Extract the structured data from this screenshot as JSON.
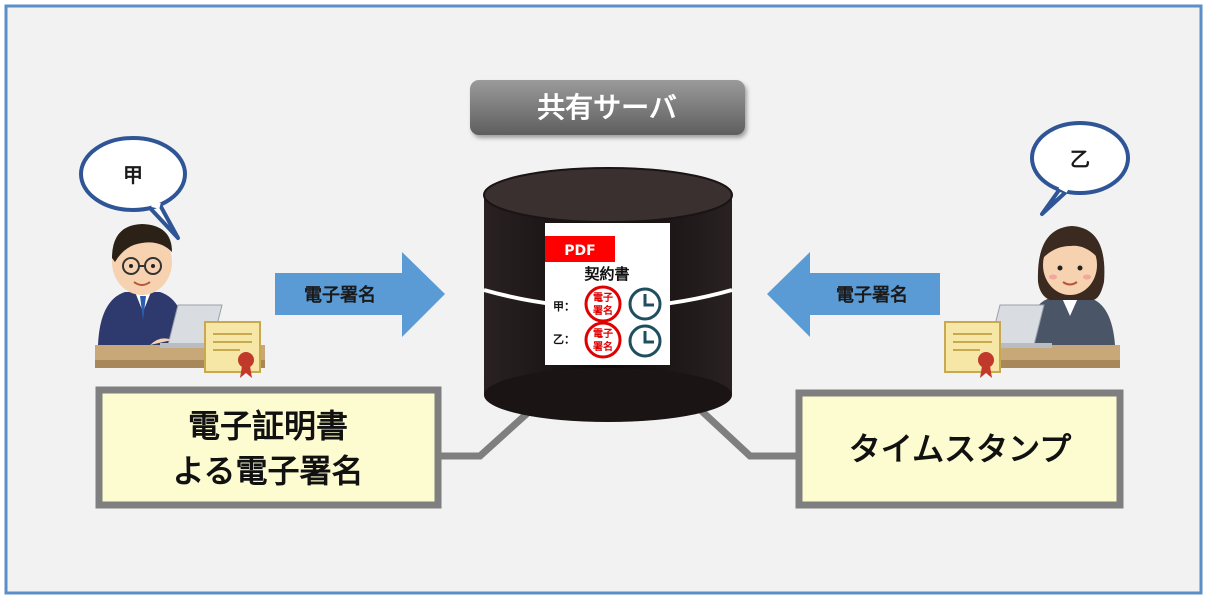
{
  "server": {
    "label": "共有サーバ"
  },
  "party_a": {
    "name": "甲"
  },
  "party_b": {
    "name": "乙"
  },
  "arrows": {
    "left_label": "電子署名",
    "right_label": "電子署名"
  },
  "document": {
    "badge": "PDF",
    "title": "契約書",
    "row_a_label": "甲：",
    "row_b_label": "乙：",
    "seal_line1": "電子",
    "seal_line2": "署名"
  },
  "callouts": {
    "left_line1": "電子証明書",
    "left_line2": "よる電子署名",
    "right": "タイムスタンプ"
  },
  "colors": {
    "frame": "#5b8fc7",
    "background": "#f2f2f2",
    "arrow": "#5b9bd5",
    "callout_fill": "#fdfbd0",
    "callout_border": "#7f7f7f",
    "pdf_badge": "#ff0000",
    "seal": "#e00000",
    "clock": "#1f4e5f",
    "cylinder": "#1a1414"
  }
}
